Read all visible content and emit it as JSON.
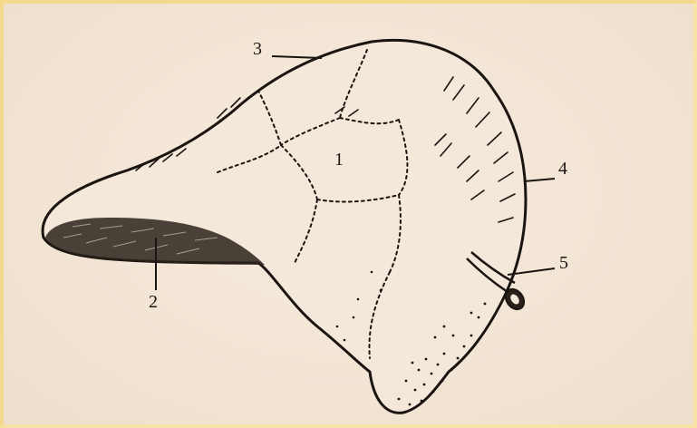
{
  "figure": {
    "labels": {
      "l1": "1",
      "l2": "2",
      "l3": "3",
      "l4": "4",
      "l5": "5"
    }
  },
  "colors": {
    "background": "#f3e6d6",
    "ink": "#1a1510",
    "frame": "#f5d98a"
  }
}
